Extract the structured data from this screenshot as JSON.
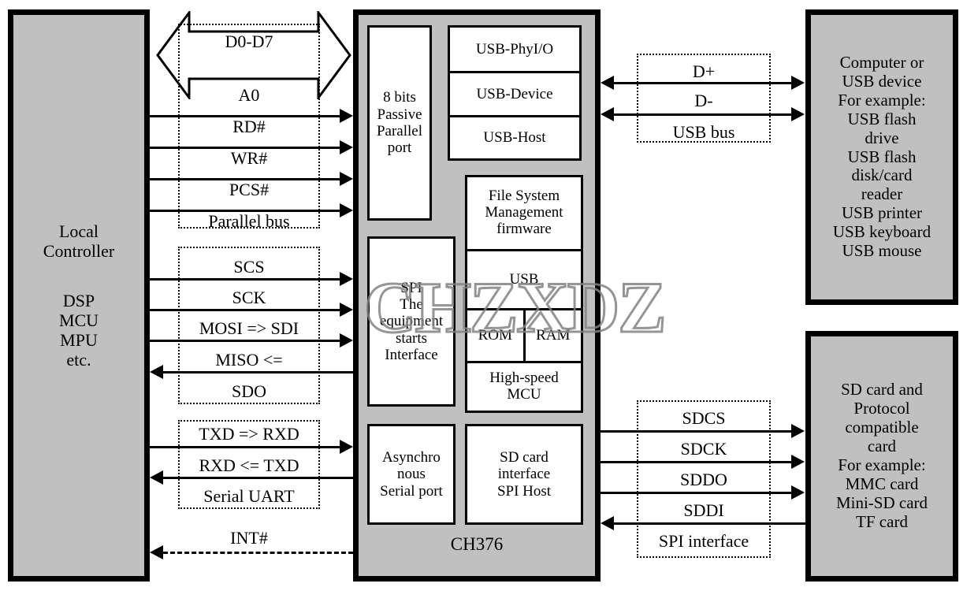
{
  "local_controller": {
    "group1": [
      "Local",
      "Controller"
    ],
    "group2": [
      "DSP",
      "MCU",
      "MPU",
      "etc."
    ]
  },
  "ch376": {
    "chip_label": "CH376",
    "parallel_port": [
      "8 bits",
      "Passive",
      "Parallel",
      "port"
    ],
    "spi_interface": [
      "SPI",
      "The",
      "equipment",
      "starts",
      "Interface"
    ],
    "uart_port": [
      "Asynchro",
      "nous",
      "Serial port"
    ],
    "usb_stack": [
      "USB-PhyI/O",
      "USB-Device",
      "USB-Host"
    ],
    "core": {
      "filesystem": [
        "File System",
        "Management",
        "firmware"
      ],
      "usb": "USB",
      "rom": "ROM",
      "ram": "RAM",
      "mcu": [
        "High-speed",
        "MCU"
      ]
    },
    "sd_interface": [
      "SD card",
      "interface",
      "SPI Host"
    ],
    "watermark": "CHZXDZ"
  },
  "left_bus": {
    "data_bus_label": "D0-D7",
    "parallel_group_label": "Parallel bus",
    "parallel_signals": [
      {
        "name": "A0",
        "direction": "right"
      },
      {
        "name": "RD#",
        "direction": "right"
      },
      {
        "name": "WR#",
        "direction": "right"
      },
      {
        "name": "PCS#",
        "direction": "right"
      }
    ],
    "spi_group_label": "SDO",
    "spi_signals": [
      {
        "name": "SCS",
        "direction": "right"
      },
      {
        "name": "SCK",
        "direction": "right"
      },
      {
        "name": "MOSI => SDI",
        "direction": "right"
      },
      {
        "name": "MISO <=",
        "direction": "left"
      }
    ],
    "uart_group_label": "Serial UART",
    "uart_signals": [
      {
        "name": "TXD => RXD",
        "direction": "right"
      },
      {
        "name": "RXD <= TXD",
        "direction": "left"
      }
    ],
    "interrupt": {
      "name": "INT#",
      "direction": "left",
      "style": "dashed"
    }
  },
  "usb_bus": {
    "group_label": "USB bus",
    "signals": [
      {
        "name": "D+",
        "direction": "both"
      },
      {
        "name": "D-",
        "direction": "both"
      }
    ]
  },
  "sd_bus": {
    "group_label": "SPI interface",
    "signals": [
      {
        "name": "SDCS",
        "direction": "right"
      },
      {
        "name": "SDCK",
        "direction": "right"
      },
      {
        "name": "SDDO",
        "direction": "right"
      },
      {
        "name": "SDDI",
        "direction": "left"
      }
    ]
  },
  "usb_device_box": [
    "Computer or",
    "USB device",
    "For example:",
    "USB flash",
    "drive",
    "USB flash",
    "disk/card",
    "reader",
    "USB printer",
    "USB keyboard",
    "USB mouse"
  ],
  "sd_card_box": [
    "SD card and",
    "Protocol",
    "compatible",
    "card",
    "For example:",
    "MMC card",
    "Mini-SD card",
    "TF card"
  ],
  "colors": {
    "block_fill": "#c0c0c0",
    "inner_fill": "#ffffff",
    "stroke": "#000000",
    "watermark": "#828282"
  }
}
